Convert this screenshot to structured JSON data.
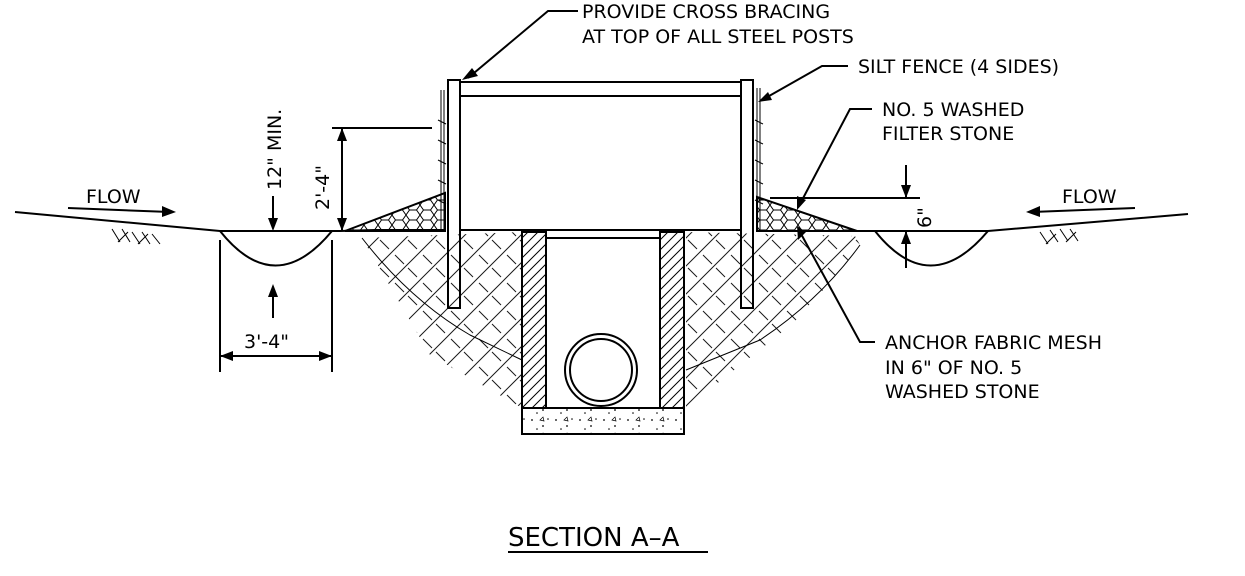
{
  "labels": {
    "cross_bracing_1": "PROVIDE CROSS BRACING",
    "cross_bracing_2": "AT TOP OF ALL STEEL POSTS",
    "silt_fence": "SILT FENCE (4 SIDES)",
    "filter_stone_1": "NO. 5 WASHED",
    "filter_stone_2": "FILTER STONE",
    "anchor_1": "ANCHOR FABRIC MESH",
    "anchor_2": "IN 6\" OF NO. 5",
    "anchor_3": "WASHED STONE",
    "flow_left": "FLOW",
    "flow_right": "FLOW"
  },
  "dimensions": {
    "depth_min": "12\" MIN.",
    "fence_height": "2'-4\"",
    "stone_depth": "6\"",
    "swale_width": "3'-4\""
  },
  "title": "SECTION A–A"
}
